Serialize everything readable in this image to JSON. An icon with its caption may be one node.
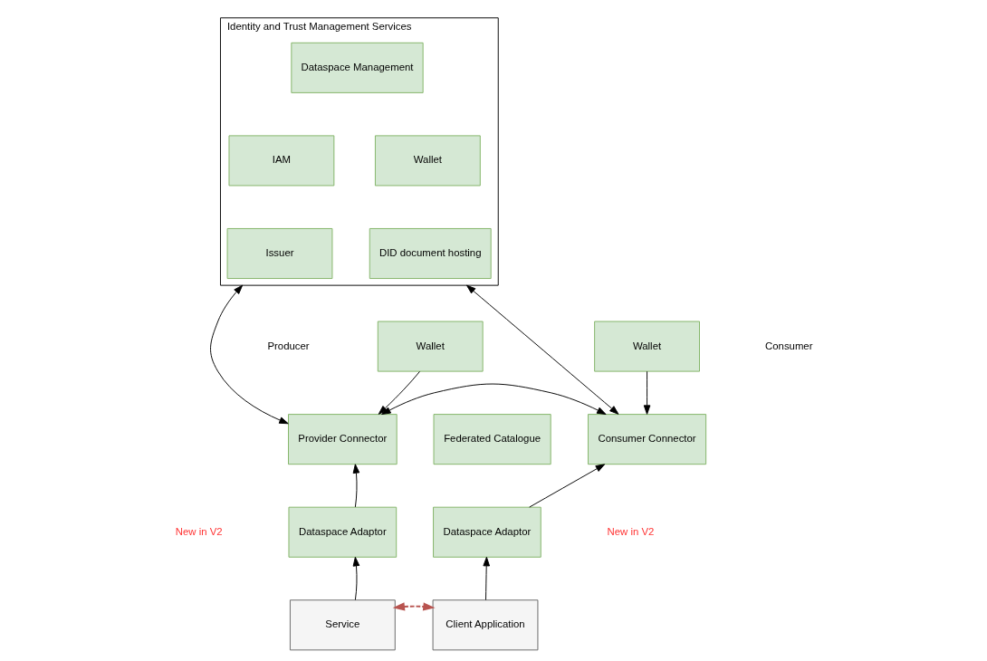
{
  "diagram": {
    "nodes": [
      {
        "text": [
          "Identity and Trust Management Services"
        ]
      },
      {
        "text": [
          "Dataspace Management"
        ],
        "in": 0
      },
      {
        "text": [
          "IAM"
        ],
        "in": 0
      },
      {
        "text": [
          "Wallet"
        ],
        "in": 0
      },
      {
        "text": [
          "Issuer"
        ],
        "in": 0
      },
      {
        "text": [
          "DID document hosting"
        ],
        "in": 0
      },
      {
        "text": [
          "Wallet"
        ]
      },
      {
        "text": [
          "Wallet"
        ]
      },
      {
        "text": [
          "Provider Connector"
        ]
      },
      {
        "text": [
          "Consumer Connector"
        ]
      },
      {
        "text": [
          "Federated Catalogue"
        ]
      },
      {
        "text": [
          "Dataspace Adaptor"
        ]
      },
      {
        "text": [
          "Dataspace Adaptor"
        ]
      },
      {
        "text": [
          "Service"
        ]
      },
      {
        "text": [
          "Client Application"
        ]
      }
    ],
    "edges": [
      {
        "from": 0,
        "to": 8,
        "arrow": "both"
      },
      {
        "from": 0,
        "to": 9,
        "arrow": "both"
      },
      {
        "from": 8,
        "to": 9,
        "arrow": "both"
      },
      {
        "from": 6,
        "to": 8,
        "arrow": "to"
      },
      {
        "from": 7,
        "to": 9,
        "arrow": "to"
      },
      {
        "from": 11,
        "to": 8,
        "arrow": "to"
      },
      {
        "from": 13,
        "to": 11,
        "arrow": "to"
      },
      {
        "from": 12,
        "to": 9,
        "arrow": "to"
      },
      {
        "from": 14,
        "to": 12,
        "arrow": "to"
      },
      {
        "from": 13,
        "to": 14,
        "arrow": "both",
        "style": "dashed",
        "color": "#b85450"
      }
    ],
    "labels": [
      "Producer",
      "Consumer",
      "New in V2",
      "New in V2"
    ]
  }
}
